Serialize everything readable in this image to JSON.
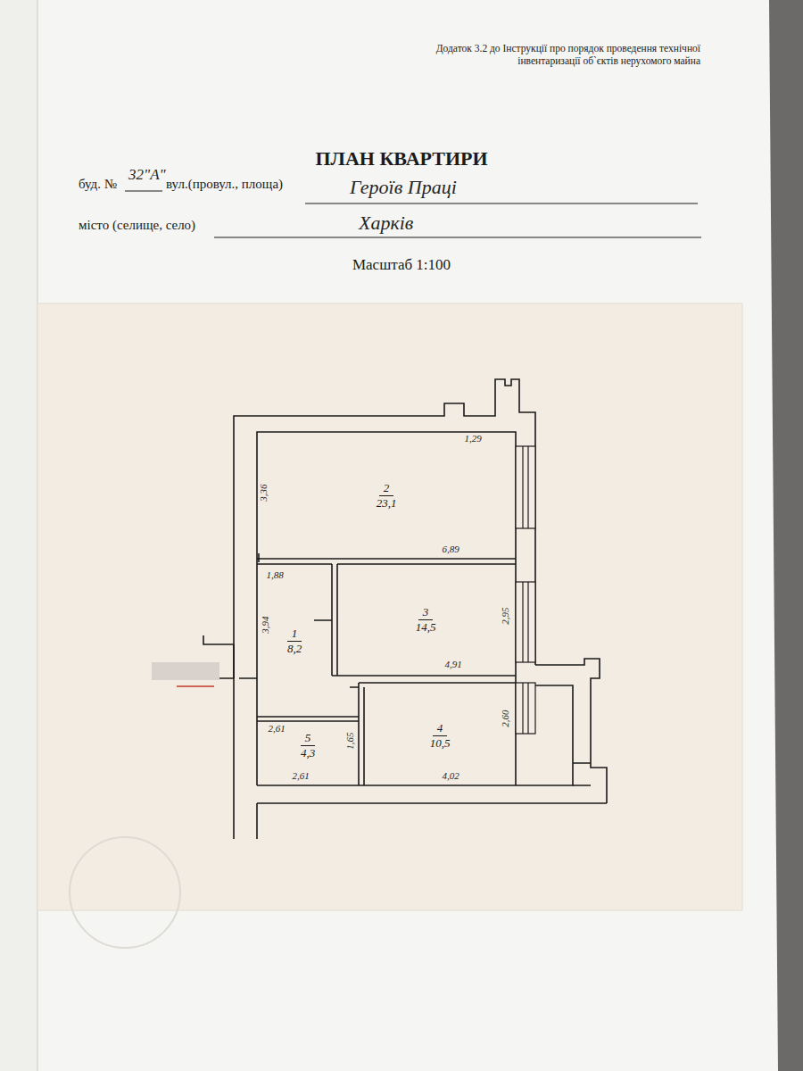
{
  "diagram": {
    "title": "ПЛАН КВАРТИРИ",
    "nodes": [
      {
        "text": [
          "2",
          "23,1"
        ]
      },
      {
        "text": [
          "3",
          "14,5"
        ]
      },
      {
        "text": [
          "1",
          "8,2"
        ]
      },
      {
        "text": [
          "4",
          "10,5"
        ]
      },
      {
        "text": [
          "5",
          "4,3"
        ]
      }
    ],
    "labels": [
      "Додаток 3.2 до Інструкції про порядок проведення технічної інвентаризації об`єктів нерухомого майна",
      "буд. №",
      "32\"А\"",
      "вул.(провул., площа)",
      "Героїв Праці",
      "місто (селище, село)",
      "Харків",
      "Масштаб 1:100",
      "1,29",
      "3,36",
      "6,89",
      "1,88",
      "3,94",
      "2,95",
      "4,91",
      "2,61",
      "1,65",
      "2,61",
      "4,02",
      "2,60"
    ]
  }
}
